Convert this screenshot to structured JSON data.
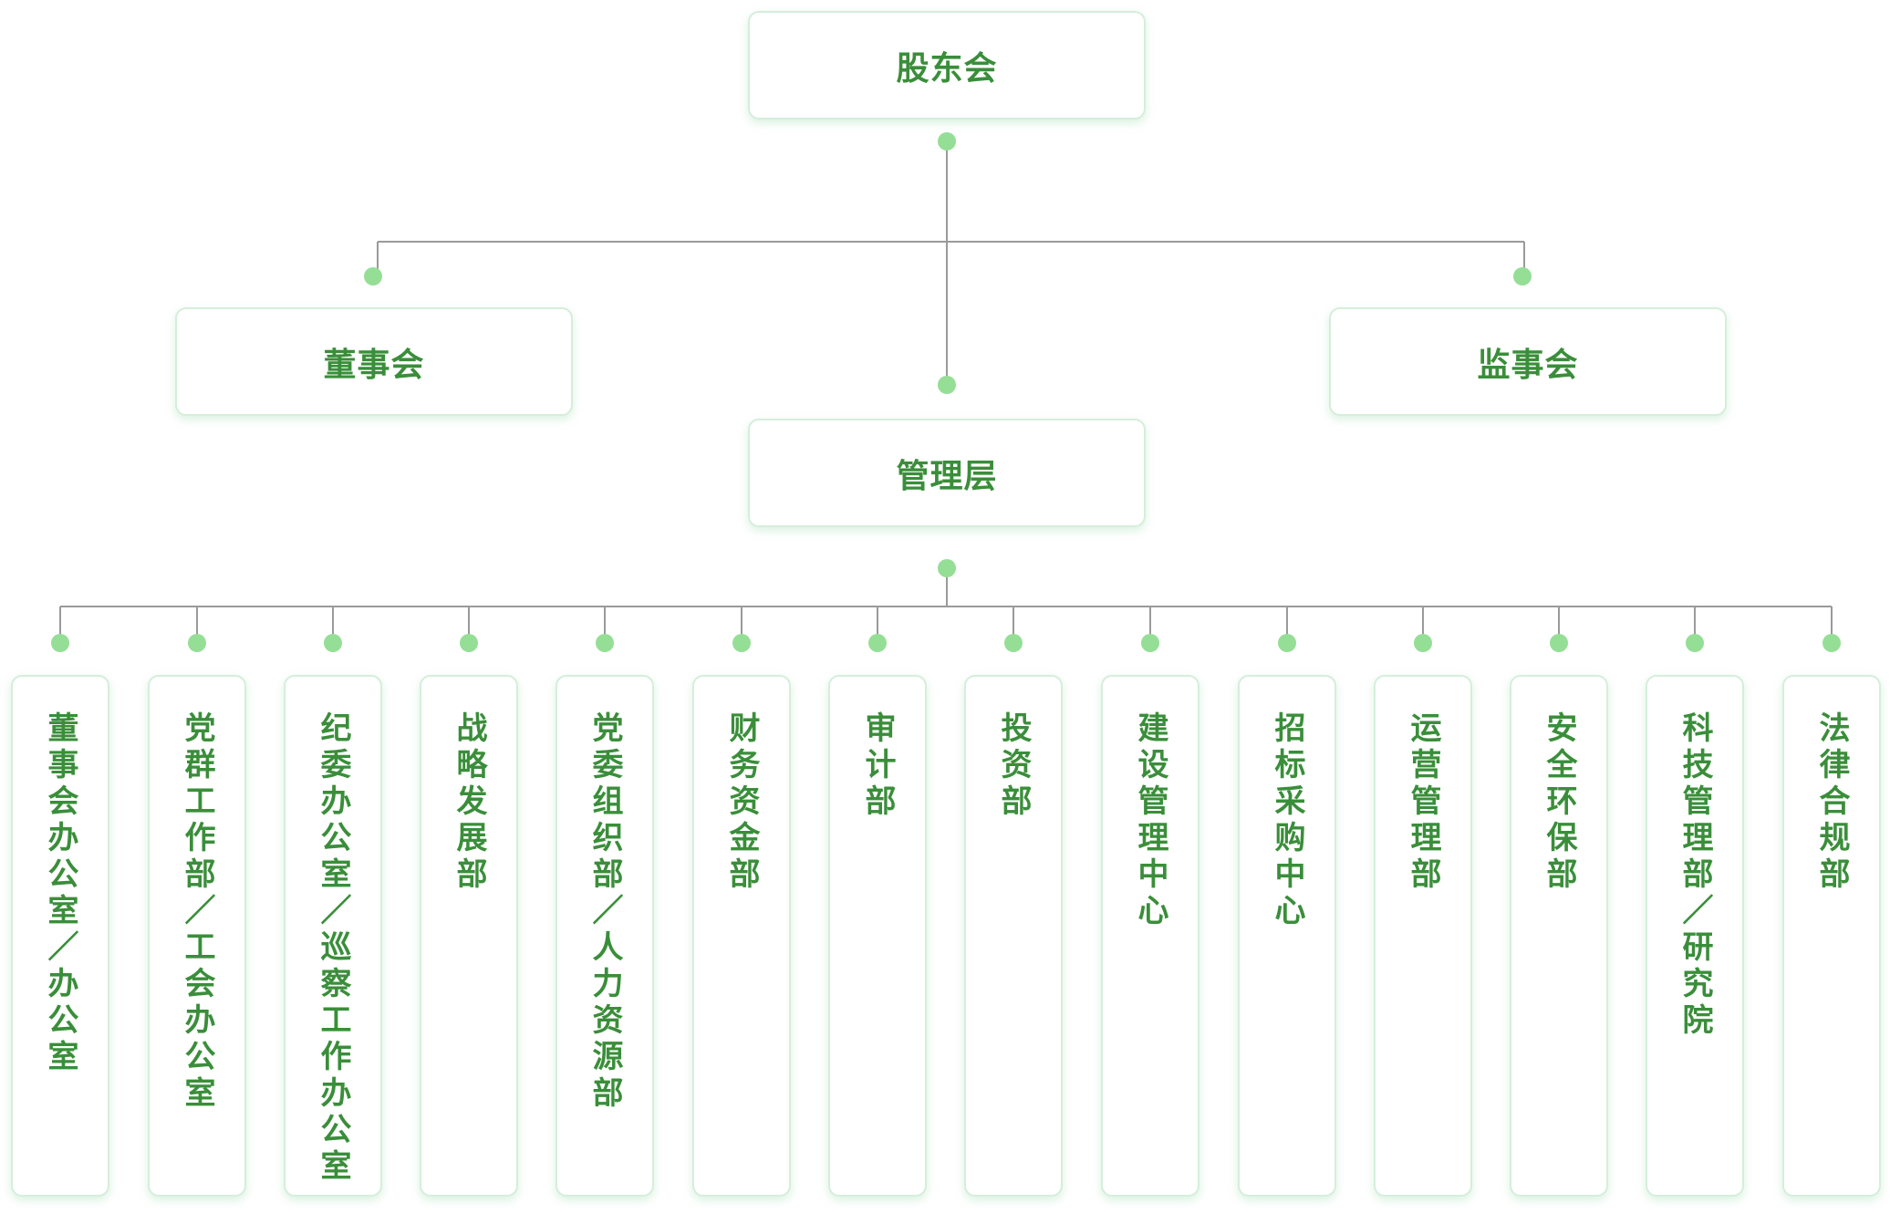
{
  "colors": {
    "text": "#3a8e3a",
    "border": "#d5eedb",
    "dot": "#95de96",
    "line": "#9a9a9a"
  },
  "nodes": {
    "shareholders": "股东会",
    "board": "董事会",
    "supervisory": "监事会",
    "management": "管理层"
  },
  "departments": [
    "董事会办公室／办公室",
    "党群工作部／工会办公室",
    "纪委办公室／巡察工作办公室",
    "战略发展部",
    "党委组织部／人力资源部",
    "财务资金部",
    "审计部",
    "投资部",
    "建设管理中心",
    "招标采购中心",
    "运营管理部",
    "安全环保部",
    "科技管理部／研究院",
    "法律合规部"
  ]
}
